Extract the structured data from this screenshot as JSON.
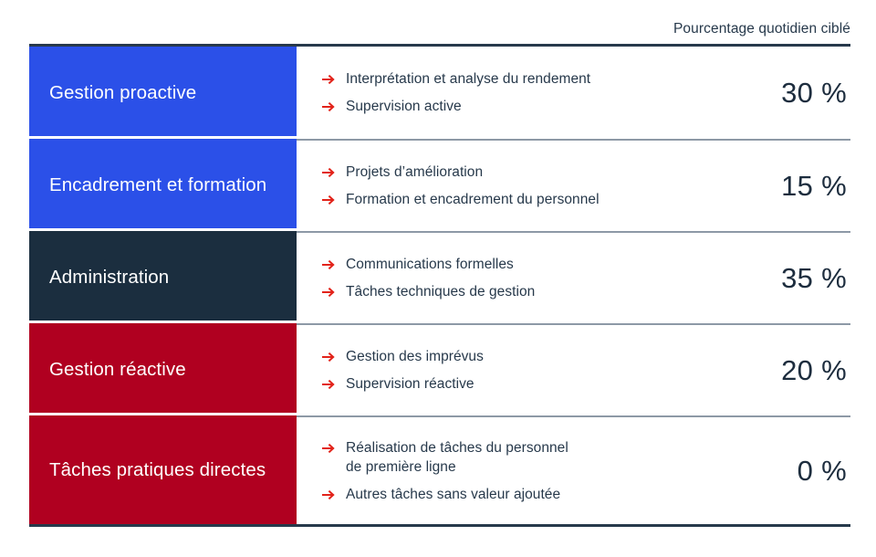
{
  "header": {
    "caption": "Pourcentage quotidien ciblé"
  },
  "colors": {
    "blue": "#2b50e8",
    "navy": "#1b2e3f",
    "red": "#b00020",
    "arrow": "#e2231a",
    "text_dark": "#27394b",
    "rule_outer": "#27394b",
    "rule_inner": "#8d99a6"
  },
  "rows": [
    {
      "label": "Gestion proactive",
      "block_color": "#2b50e8",
      "bullets": [
        "Interprétation et analyse du rendement",
        "Supervision active"
      ],
      "percent": "30 %"
    },
    {
      "label": "Encadrement et formation",
      "block_color": "#2b50e8",
      "bullets": [
        "Projets d’amélioration",
        "Formation et encadrement du personnel"
      ],
      "percent": "15 %"
    },
    {
      "label": "Administration",
      "block_color": "#1b2e3f",
      "bullets": [
        "Communications formelles",
        "Tâches techniques de gestion"
      ],
      "percent": "35 %"
    },
    {
      "label": "Gestion réactive",
      "block_color": "#b00020",
      "bullets": [
        "Gestion des imprévus",
        "Supervision réactive"
      ],
      "percent": "20 %"
    },
    {
      "label": "Tâches pratiques directes",
      "block_color": "#b00020",
      "bullets": [
        "Réalisation de tâches du personnel\nde première ligne",
        "Autres tâches sans valeur ajoutée"
      ],
      "percent": "0 %"
    }
  ],
  "chart_data": {
    "type": "table",
    "title": "Pourcentage quotidien ciblé",
    "categories": [
      "Gestion proactive",
      "Encadrement et formation",
      "Administration",
      "Gestion réactive",
      "Tâches pratiques directes"
    ],
    "values": [
      30,
      15,
      35,
      20,
      0
    ],
    "unit": "%",
    "xlabel": "",
    "ylabel": "Pourcentage quotidien ciblé",
    "ylim": [
      0,
      100
    ]
  }
}
